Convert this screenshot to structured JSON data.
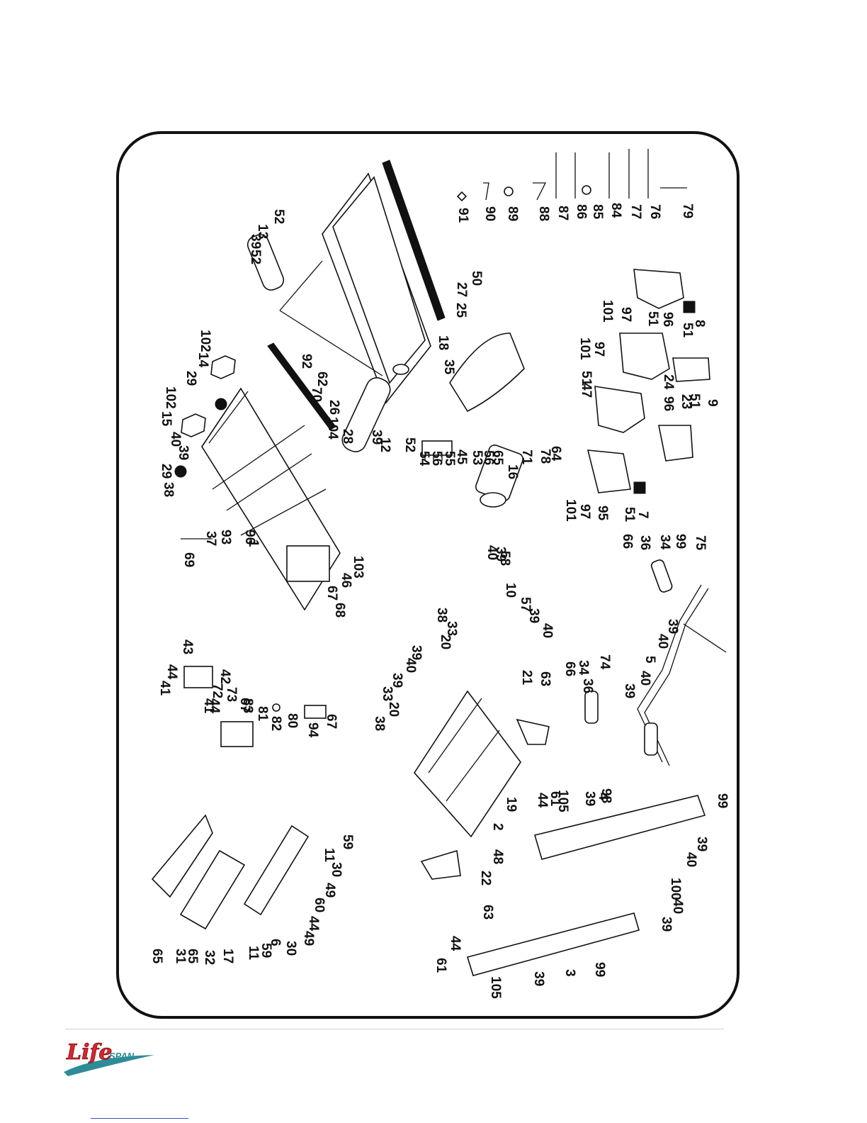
{
  "diagram": {
    "callouts": [
      "1",
      "2",
      "3",
      "4",
      "5",
      "6",
      "7",
      "8",
      "9",
      "10",
      "11",
      "12",
      "13",
      "14",
      "15",
      "16",
      "17",
      "18",
      "19",
      "20",
      "21",
      "22",
      "23",
      "24",
      "25",
      "26",
      "27",
      "28",
      "29",
      "30",
      "31",
      "32",
      "33",
      "34",
      "35",
      "36",
      "37",
      "38",
      "39",
      "40",
      "41",
      "42",
      "43",
      "44",
      "45",
      "46",
      "47",
      "48",
      "49",
      "50",
      "51",
      "52",
      "53",
      "54",
      "55",
      "56",
      "57",
      "58",
      "59",
      "60",
      "61",
      "62",
      "63",
      "64",
      "65",
      "66",
      "67",
      "68",
      "69",
      "70",
      "71",
      "72",
      "73",
      "74",
      "75",
      "76",
      "77",
      "78",
      "79",
      "80",
      "81",
      "82",
      "83",
      "84",
      "85",
      "86",
      "87",
      "88",
      "89",
      "90",
      "91",
      "92",
      "93",
      "94",
      "95",
      "96",
      "97",
      "98",
      "99",
      "100",
      "101",
      "102",
      "103",
      "104",
      "105"
    ]
  },
  "logo": {
    "primary": "Life",
    "secondary": "SPAN",
    "colors": {
      "red": "#d8262e",
      "teal": "#2e8c96"
    }
  }
}
